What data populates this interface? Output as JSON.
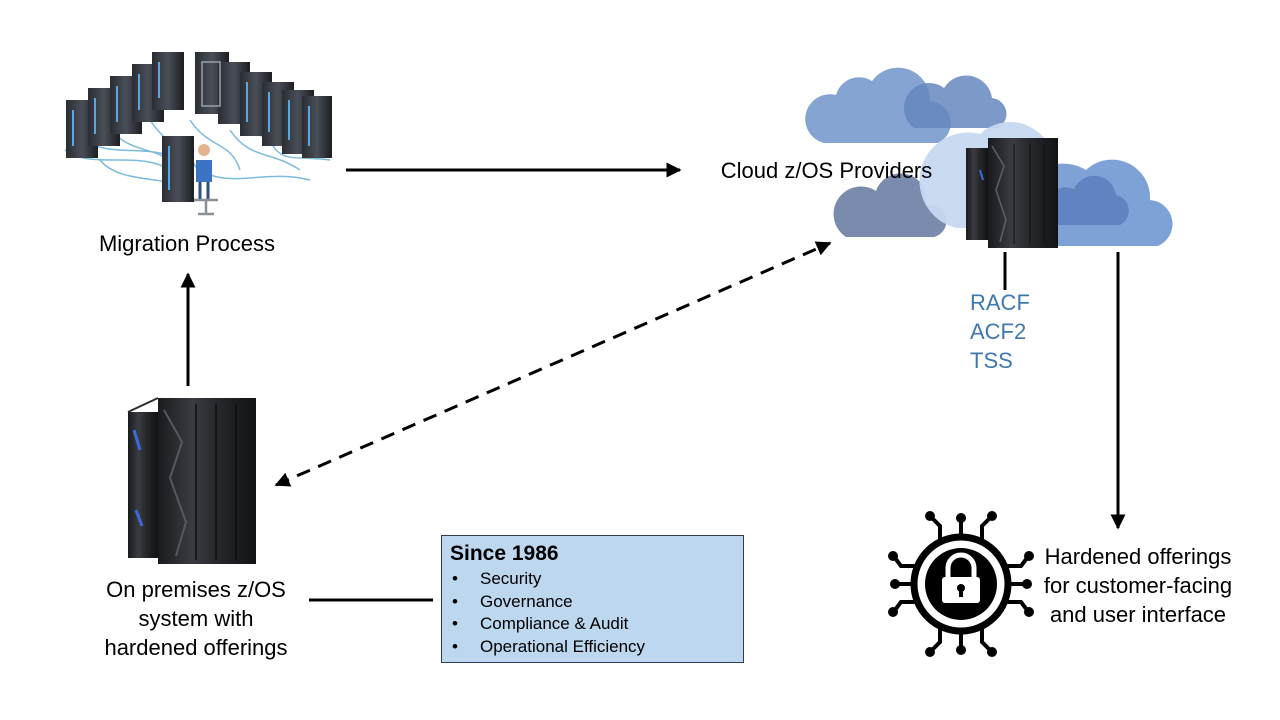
{
  "labels": {
    "migration": "Migration Process",
    "cloud": "Cloud z/OS Providers",
    "onprem": [
      "On premises z/OS",
      "system with",
      "hardened offerings"
    ],
    "hardened": [
      "Hardened offerings",
      "for customer-facing",
      "and user interface"
    ]
  },
  "security_products": [
    "RACF",
    "ACF2",
    "TSS"
  ],
  "info_box": {
    "title": "Since 1986",
    "items": [
      "Security",
      "Governance",
      "Compliance & Audit",
      "Operational Efficiency"
    ]
  },
  "colors": {
    "security_text": "#3e78ae",
    "box_fill": "#bdd7ee",
    "cloud_dark": "#7598cd",
    "cloud_light": "#c5d6ee",
    "cloud_grey": "#8092b4"
  },
  "icons": [
    "server-room-icon",
    "cloud-icon",
    "mainframe-icon",
    "padlock-circuit-icon"
  ]
}
